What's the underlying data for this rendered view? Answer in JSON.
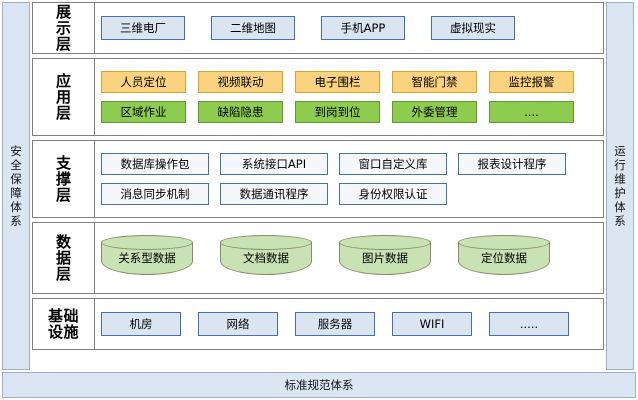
{
  "rails": {
    "left": {
      "label": "安全保障体系",
      "color": "#dce6f2"
    },
    "right": {
      "label": "运行维护体系",
      "color": "#dce6f2"
    }
  },
  "bottom_band": {
    "label": "标准规范体系",
    "color": "#dce6f2"
  },
  "colors": {
    "rail_fill": "#dce6f2",
    "rail_border": "#9bb0cc",
    "layer_border": "#7f7f7f",
    "blue_fill": "#dbe5f1",
    "blue_border": "#4472a8",
    "orange_fill": "#fbd27e",
    "orange_border": "#d9a22a",
    "green_fill": "#8ecc4f",
    "green_border": "#5f9a2c",
    "cylinder_fill": "#c8e2b3",
    "cylinder_border": "#8a8a6a",
    "support_fill": "#f4f7fb"
  },
  "layers": [
    {
      "id": "presentation",
      "label": "展示层",
      "rows": [
        {
          "style": "present",
          "nodes": [
            "三维电厂",
            "二维地图",
            "手机APP",
            "虚拟现实"
          ]
        }
      ]
    },
    {
      "id": "application",
      "label": "应用层",
      "rows": [
        {
          "style": "app-orange",
          "nodes": [
            "人员定位",
            "视频联动",
            "电子围栏",
            "智能门禁",
            "监控报警"
          ]
        },
        {
          "style": "app-green",
          "nodes": [
            "区域作业",
            "缺陷隐患",
            "到岗到位",
            "外委管理",
            "...."
          ]
        }
      ]
    },
    {
      "id": "support",
      "label": "支撑层",
      "rows": [
        {
          "style": "support",
          "nodes": [
            "数据库操作包",
            "系统接口API",
            "窗口自定义库",
            "报表设计程序"
          ]
        },
        {
          "style": "support",
          "nodes": [
            "消息同步机制",
            "数据通讯程序",
            "身份权限认证"
          ]
        }
      ]
    },
    {
      "id": "data",
      "label": "数据层",
      "rows": [
        {
          "style": "cylinder",
          "nodes": [
            "关系型数据",
            "文档数据",
            "图片数据",
            "定位数据"
          ]
        }
      ]
    },
    {
      "id": "infrastructure",
      "label": "基础设施",
      "rows": [
        {
          "style": "infra",
          "nodes": [
            "机房",
            "网络",
            "服务器",
            "WIFI",
            "....."
          ]
        }
      ]
    }
  ]
}
